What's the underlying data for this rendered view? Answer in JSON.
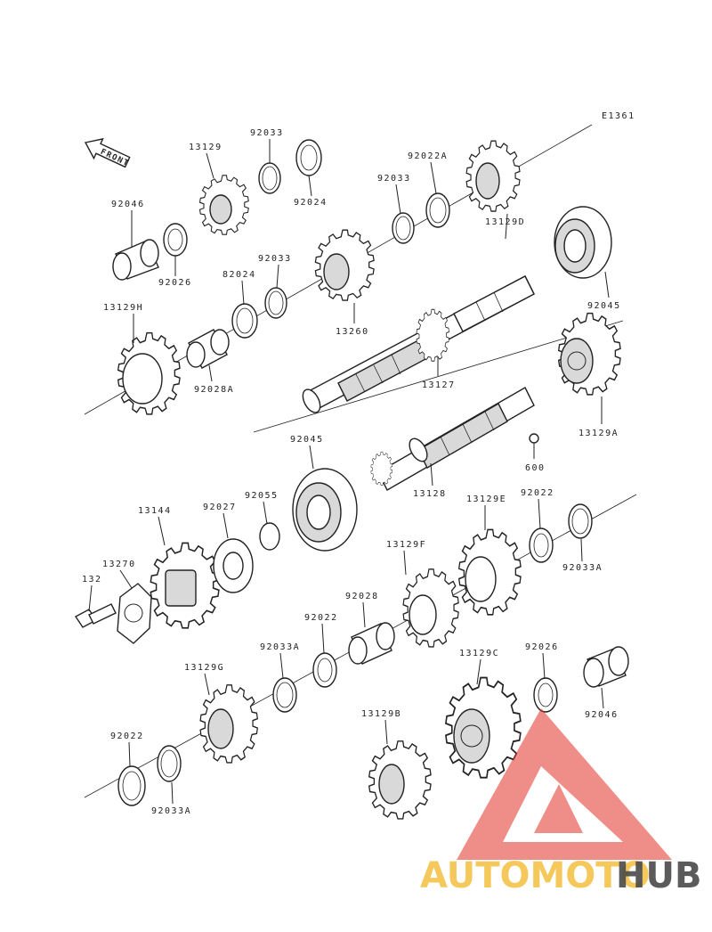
{
  "diagram_code": "E1361",
  "front_label": "FRONT",
  "watermark": {
    "brand_a": "AUTOMOTO",
    "brand_b": "HUB",
    "color_a": "#f5c34b",
    "color_b": "#4a4a4a",
    "triangle_color": "#e2332a"
  },
  "parts": [
    {
      "id": "p1",
      "label": "92033"
    },
    {
      "id": "p2",
      "label": "13129"
    },
    {
      "id": "p3",
      "label": "92024"
    },
    {
      "id": "p4",
      "label": "92046"
    },
    {
      "id": "p5",
      "label": "92026"
    },
    {
      "id": "p6",
      "label": "92022A"
    },
    {
      "id": "p7",
      "label": "92033"
    },
    {
      "id": "p8",
      "label": "13129D"
    },
    {
      "id": "p9",
      "label": "92033"
    },
    {
      "id": "p10",
      "label": "82024"
    },
    {
      "id": "p11",
      "label": "13260"
    },
    {
      "id": "p12",
      "label": "92045"
    },
    {
      "id": "p13",
      "label": "13129H"
    },
    {
      "id": "p14",
      "label": "92028A"
    },
    {
      "id": "p15",
      "label": "13127"
    },
    {
      "id": "p16",
      "label": "13129A"
    },
    {
      "id": "p17",
      "label": "92045"
    },
    {
      "id": "p18",
      "label": "600"
    },
    {
      "id": "p19",
      "label": "13128"
    },
    {
      "id": "p20",
      "label": "13144"
    },
    {
      "id": "p21",
      "label": "92027"
    },
    {
      "id": "p22",
      "label": "92055"
    },
    {
      "id": "p23",
      "label": "13129E"
    },
    {
      "id": "p24",
      "label": "92022"
    },
    {
      "id": "p25",
      "label": "13270"
    },
    {
      "id": "p26",
      "label": "132"
    },
    {
      "id": "p27",
      "label": "92033A"
    },
    {
      "id": "p28",
      "label": "13129F"
    },
    {
      "id": "p29",
      "label": "92028"
    },
    {
      "id": "p30",
      "label": "92022"
    },
    {
      "id": "p31",
      "label": "92033A"
    },
    {
      "id": "p32",
      "label": "13129G"
    },
    {
      "id": "p33",
      "label": "13129C"
    },
    {
      "id": "p34",
      "label": "92026"
    },
    {
      "id": "p35",
      "label": "92046"
    },
    {
      "id": "p36",
      "label": "92022"
    },
    {
      "id": "p37",
      "label": "13129B"
    },
    {
      "id": "p38",
      "label": "92033A"
    }
  ]
}
